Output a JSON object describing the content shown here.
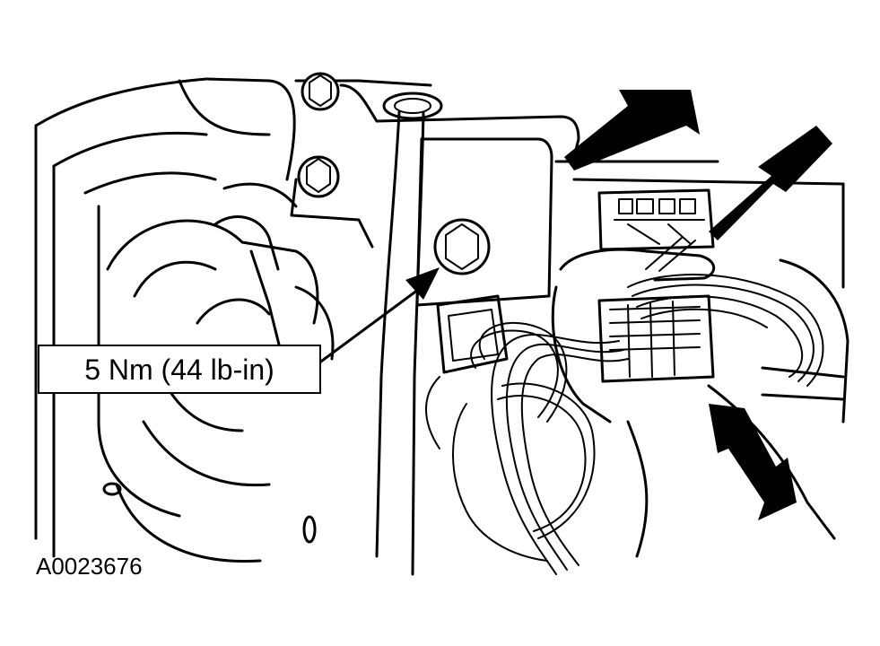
{
  "callout": {
    "torque_label": "5 Nm (44 lb-in)"
  },
  "figure": {
    "id": "A0023676"
  },
  "colors": {
    "ink": "#000000",
    "paper": "#ffffff"
  },
  "icons": {
    "pointer": "filled-arrow"
  }
}
